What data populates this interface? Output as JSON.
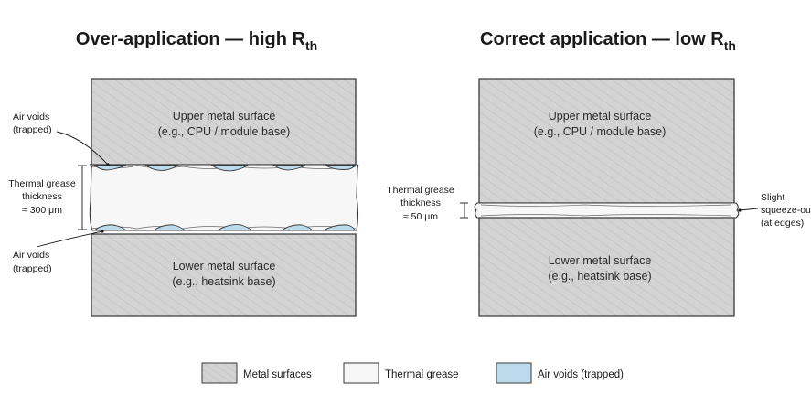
{
  "left_panel": {
    "title_main": "Over-application — high R",
    "title_sub": "th",
    "upper_metal": {
      "line1": "Upper metal surface",
      "line2": "(e.g., CPU / module base)"
    },
    "lower_metal": {
      "line1": "Lower metal surface",
      "line2": "(e.g., heatsink base)"
    },
    "air_voids_top": {
      "line1": "Air voids",
      "line2": "(trapped)"
    },
    "air_voids_bottom": {
      "line1": "Air voids",
      "line2": "(trapped)"
    },
    "thickness": {
      "line1": "Thermal grease",
      "line2": "thickness",
      "line3": "≈ 300 μm"
    }
  },
  "right_panel": {
    "title_main": "Correct application — low R",
    "title_sub": "th",
    "upper_metal": {
      "line1": "Upper metal surface",
      "line2": "(e.g., CPU / module base)"
    },
    "lower_metal": {
      "line1": "Lower metal surface",
      "line2": "(e.g., heatsink base)"
    },
    "thickness": {
      "line1": "Thermal grease",
      "line2": "thickness",
      "line3": "≈ 50 μm"
    },
    "squeeze_out": {
      "line1": "Slight",
      "line2": "squeeze-out",
      "line3": "(at edges)"
    }
  },
  "legend": {
    "metal": "Metal surfaces",
    "grease": "Thermal grease",
    "voids": "Air voids (trapped)"
  },
  "colors": {
    "metal": "#d3d3d3",
    "hatch": "#b9b9b9",
    "grease": "#f7f7f7",
    "void": "#bcdcee",
    "outline": "#3a3a3a"
  }
}
